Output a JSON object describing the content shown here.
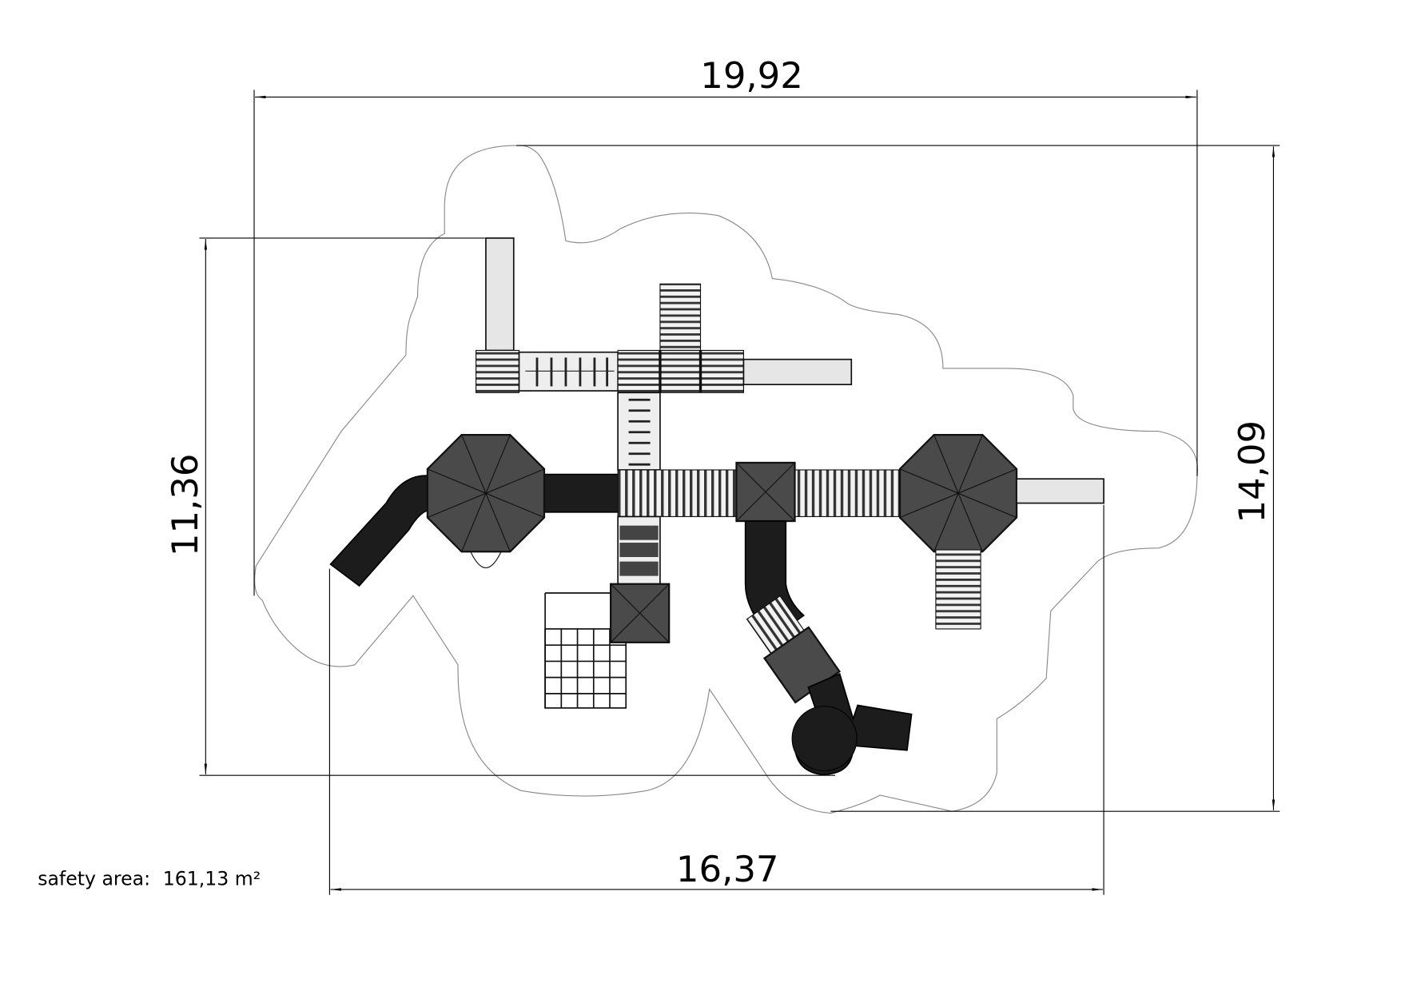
{
  "dimensions": {
    "overall_width": "19,92",
    "overall_depth": "14,09",
    "equipment_depth": "11,36",
    "equipment_width": "16,37"
  },
  "safety_area": {
    "label": "safety area:",
    "value": "161,13 m²"
  },
  "colors": {
    "line": "#000000",
    "roof": "#4a4a4a",
    "tube": "#1c1c1c",
    "outline": "#888888"
  }
}
